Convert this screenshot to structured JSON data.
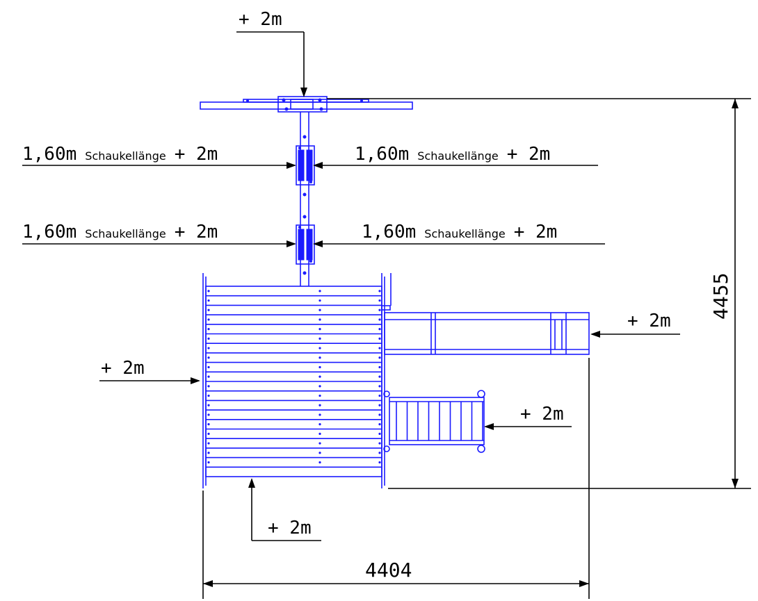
{
  "colors": {
    "structure": "#1a1aff",
    "annotation": "#000000",
    "background": "#ffffff"
  },
  "clearances": {
    "top": "+ 2m",
    "swing_upper_left": {
      "length": "1,60m",
      "label": "Schaukellänge",
      "extra": "+ 2m"
    },
    "swing_upper_right": {
      "length": "1,60m",
      "label": "Schaukellänge",
      "extra": "+ 2m"
    },
    "swing_lower_left": {
      "length": "1,60m",
      "label": "Schaukellänge",
      "extra": "+ 2m"
    },
    "swing_lower_right": {
      "length": "1,60m",
      "label": "Schaukellänge",
      "extra": "+ 2m"
    },
    "left_platform": "+ 2m",
    "bottom_platform": "+ 2m",
    "slide": "+ 2m",
    "ladder": "+ 2m"
  },
  "dimensions": {
    "height": "4455",
    "width": "4404"
  }
}
